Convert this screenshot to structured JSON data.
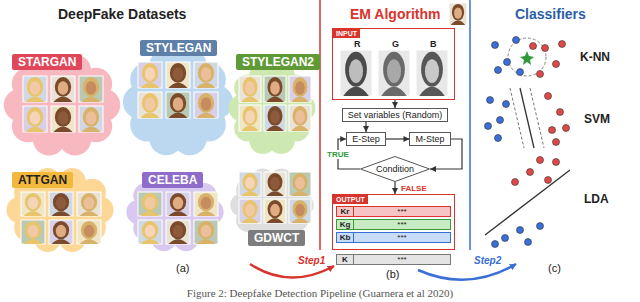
{
  "diagram": {
    "caption": "Figure 2: Deepfake Detection Pipeline (Guarnera et al 2020)",
    "nodes": [
      {
        "text": [
          "STARGAN"
        ]
      },
      {
        "text": [
          "STYLEGAN"
        ]
      },
      {
        "text": [
          "STYLEGAN2"
        ]
      },
      {
        "text": [
          "ATTGAN"
        ]
      },
      {
        "text": [
          "CELEBA"
        ]
      },
      {
        "text": [
          "GDWCT"
        ]
      },
      {
        "text": [
          "INPUT",
          "R",
          "G",
          "B"
        ]
      },
      {
        "text": [
          "Set variables (Random)"
        ]
      },
      {
        "text": [
          "E-Step"
        ]
      },
      {
        "text": [
          "M-Step"
        ]
      },
      {
        "text": [
          "Condition"
        ]
      },
      {
        "text": [
          "OUTPUT"
        ]
      },
      {
        "text": [
          "Kr",
          "***"
        ],
        "in": 11
      },
      {
        "text": [
          "Kg",
          "***"
        ],
        "in": 11
      },
      {
        "text": [
          "Kb",
          "***"
        ],
        "in": 11
      },
      {
        "text": [
          "K",
          "***"
        ]
      }
    ],
    "edges": [
      {
        "from": 6,
        "to": 7,
        "arrow": "to"
      },
      {
        "from": 7,
        "to": 8,
        "arrow": "to"
      },
      {
        "from": 8,
        "to": 9,
        "arrow": "to"
      },
      {
        "from": 9,
        "to": 10,
        "arrow": "to"
      },
      {
        "from": 10,
        "to": 8,
        "label": "TRUE",
        "arrow": "to"
      },
      {
        "from": 10,
        "to": 11,
        "label": "FALSE",
        "arrow": "to"
      }
    ],
    "labels": [
      "DeepFake Datasets",
      "EM Algorithm",
      "Classifiers",
      "(a)",
      "(b)",
      "(c)",
      "Step1",
      "Step2",
      "K-NN",
      "SVM",
      "LDA"
    ]
  }
}
